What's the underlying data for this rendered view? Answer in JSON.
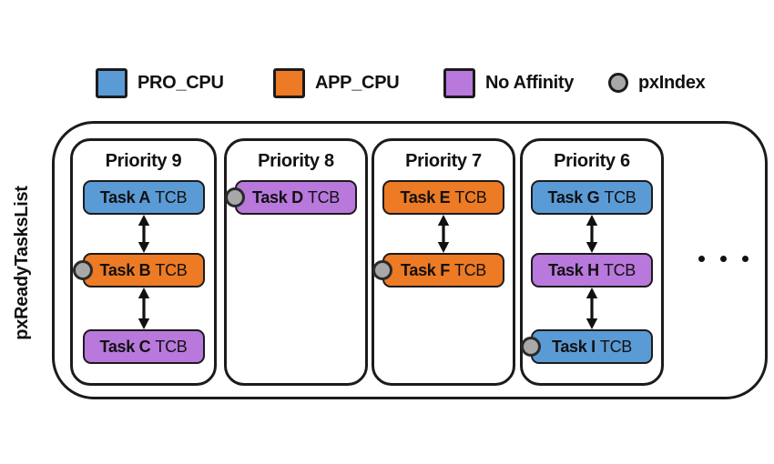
{
  "colors": {
    "pro_cpu": "#5B9BD5",
    "app_cpu": "#ED7A24",
    "no_affinity": "#B978DC",
    "px_index_fill": "#A8A8A8",
    "outline": "#1b1b1b"
  },
  "legend": {
    "items": [
      {
        "label": "PRO_CPU",
        "shape": "square",
        "color": "#5B9BD5"
      },
      {
        "label": "APP_CPU",
        "shape": "square",
        "color": "#ED7A24"
      },
      {
        "label": "No Affinity",
        "shape": "square",
        "color": "#B978DC"
      },
      {
        "label": "pxIndex",
        "shape": "circle",
        "color": "#A8A8A8"
      }
    ]
  },
  "list_label": "pxReadyTasksList",
  "priorities": [
    {
      "title": "Priority 9",
      "tasks": [
        {
          "name": "Task A",
          "suffix": "TCB",
          "affinity": "PRO_CPU",
          "color": "#5B9BD5",
          "px_index": false
        },
        {
          "name": "Task B",
          "suffix": "TCB",
          "affinity": "APP_CPU",
          "color": "#ED7A24",
          "px_index": true
        },
        {
          "name": "Task C",
          "suffix": "TCB",
          "affinity": "No Affinity",
          "color": "#B978DC",
          "px_index": false
        }
      ]
    },
    {
      "title": "Priority 8",
      "tasks": [
        {
          "name": "Task D",
          "suffix": "TCB",
          "affinity": "No Affinity",
          "color": "#B978DC",
          "px_index": true
        }
      ]
    },
    {
      "title": "Priority 7",
      "tasks": [
        {
          "name": "Task E",
          "suffix": "TCB",
          "affinity": "APP_CPU",
          "color": "#ED7A24",
          "px_index": false
        },
        {
          "name": "Task F",
          "suffix": "TCB",
          "affinity": "APP_CPU",
          "color": "#ED7A24",
          "px_index": true
        }
      ]
    },
    {
      "title": "Priority 6",
      "tasks": [
        {
          "name": "Task G",
          "suffix": "TCB",
          "affinity": "PRO_CPU",
          "color": "#5B9BD5",
          "px_index": false
        },
        {
          "name": "Task H",
          "suffix": "TCB",
          "affinity": "No Affinity",
          "color": "#B978DC",
          "px_index": false
        },
        {
          "name": "Task I",
          "suffix": "TCB",
          "affinity": "PRO_CPU",
          "color": "#5B9BD5",
          "px_index": true
        }
      ]
    }
  ],
  "ellipsis_dots": 3
}
